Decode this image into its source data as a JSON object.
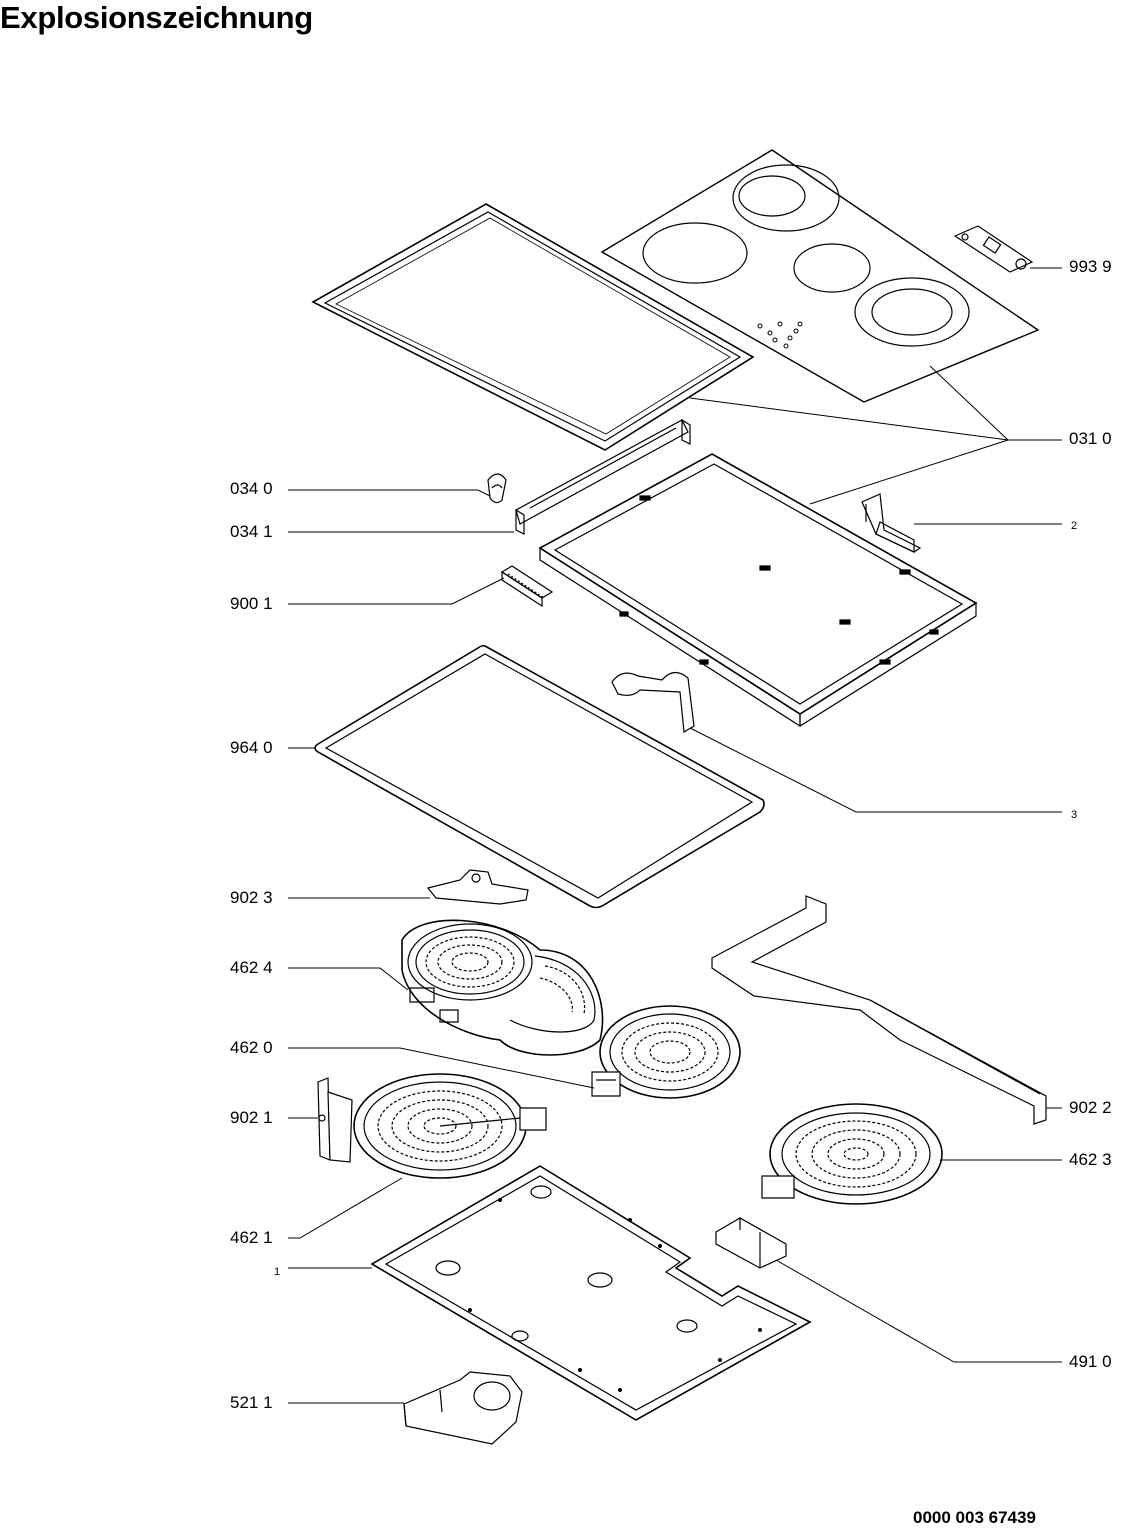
{
  "title": "Explosionszeichnung",
  "document_number": "0000 003 67439",
  "part_labels": {
    "p9939": "993 9",
    "p0310": "031 0",
    "p0340": "034 0",
    "p0341": "034 1",
    "p2": "2",
    "p9001": "900 1",
    "p9640": "964 0",
    "p3": "3",
    "p9023": "902 3",
    "p4624": "462 4",
    "p4620": "462 0",
    "p9021": "902 1",
    "p9022": "902 2",
    "p4623": "462 3",
    "p4621": "462 1",
    "p1": "1",
    "p4910": "491 0",
    "p5211": "521 1"
  },
  "colors": {
    "ink": "#000000",
    "paper": "#ffffff"
  }
}
